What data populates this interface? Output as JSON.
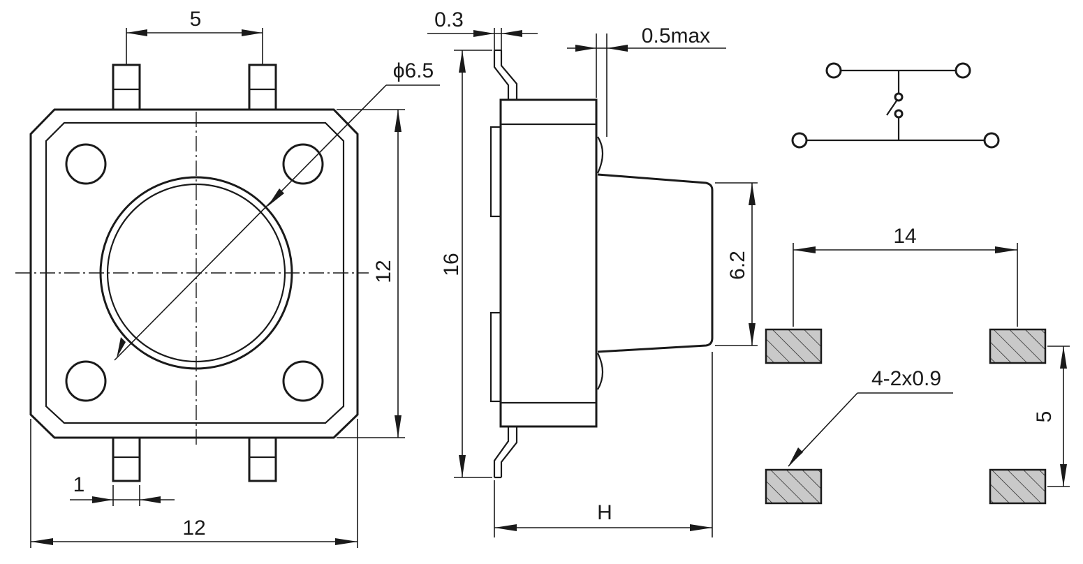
{
  "drawing": {
    "top_view": {
      "pin_pitch": "5",
      "body_width": "12",
      "body_height": "12",
      "pin_width": "1",
      "actuator_diameter": "ϕ6.5"
    },
    "side_view": {
      "lead_thickness": "0.3",
      "overhang": "0.5max",
      "overall_length": "16",
      "actuator_width": "6.2",
      "height": "H"
    },
    "footprint": {
      "pad_pitch_x": "14",
      "pad_pitch_y": "5",
      "pad_note": "4-2x0.9"
    },
    "schematic": {
      "symbol": "switch-symbol"
    }
  }
}
